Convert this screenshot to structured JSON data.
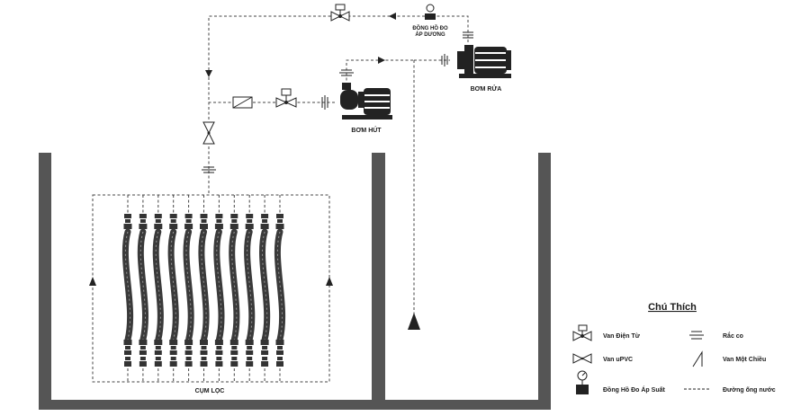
{
  "labels": {
    "bom_rua": "BƠM RỬA",
    "bom_hut": "BƠM HÚT",
    "pressure_gauge_line1": "ĐỒNG HỒ ĐO",
    "pressure_gauge_line2": "ÁP DƯƠNG",
    "cum_loc": "CỤM LỌC"
  },
  "filter_cluster": {
    "element_count": 11
  },
  "legend": {
    "title": "Chú Thích",
    "items": [
      {
        "icon": "solenoid-valve-icon",
        "label": "Van Điện Từ"
      },
      {
        "icon": "upvc-valve-icon",
        "label": "Van uPVC"
      },
      {
        "icon": "pressure-gauge-icon",
        "label": "Đồng Hồ Đo Áp Suất"
      },
      {
        "icon": "union-coupling-icon",
        "label": "Rắc co"
      },
      {
        "icon": "check-valve-icon",
        "label": "Van Một Chiều"
      },
      {
        "icon": "water-pipe-line-icon",
        "label": "Đường ống nước"
      }
    ]
  },
  "colors": {
    "tank_wall": "#555555",
    "line": "#222222",
    "hose": "#3a3a3a"
  }
}
